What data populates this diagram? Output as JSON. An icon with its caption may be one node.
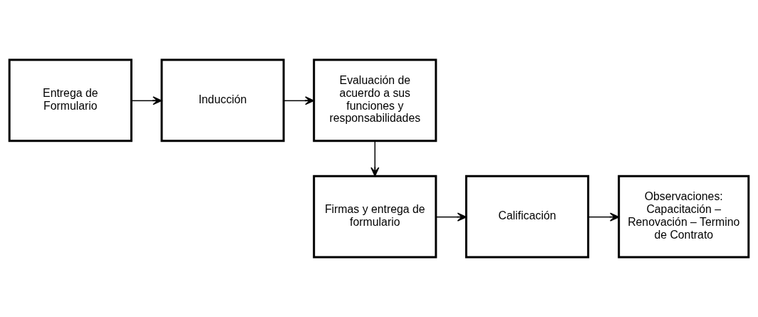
{
  "diagram": {
    "nodes": [
      {
        "text": [
          "Entrega de Formulario"
        ]
      },
      {
        "text": [
          "Inducción"
        ]
      },
      {
        "text": [
          "Evaluación de acuerdo a sus funciones y responsabilidades"
        ]
      },
      {
        "text": [
          "Firmas y entrega de formulario"
        ]
      },
      {
        "text": [
          "Calificación"
        ]
      },
      {
        "text": [
          "Observaciones: Capacitación – Renovación – Termino de Contrato"
        ]
      }
    ],
    "edges": [
      {
        "from": 0,
        "to": 1,
        "arrow": "to"
      },
      {
        "from": 1,
        "to": 2,
        "arrow": "to"
      },
      {
        "from": 2,
        "to": 3,
        "arrow": "to"
      },
      {
        "from": 3,
        "to": 4,
        "arrow": "to"
      },
      {
        "from": 4,
        "to": 5,
        "arrow": "to"
      }
    ]
  }
}
